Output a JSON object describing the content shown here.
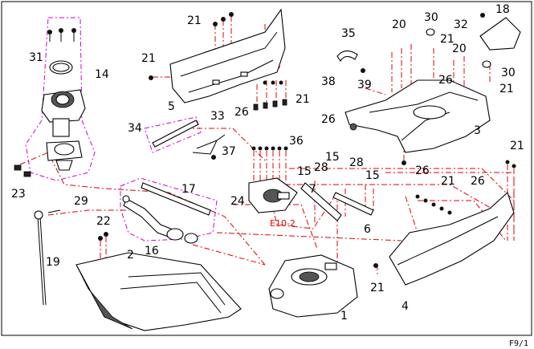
{
  "page": {
    "id": "F9/1"
  },
  "diagram": {
    "callouts": {
      "c1": "1",
      "c2": "2",
      "c3": "3",
      "c4": "4",
      "c5": "5",
      "c6": "6",
      "c7": "7",
      "c14": "14",
      "c15a": "15",
      "c15b": "15",
      "c15c": "15",
      "c16": "16",
      "c17": "17",
      "c18": "18",
      "c19": "19",
      "c20a": "20",
      "c20b": "20",
      "c21a": "21",
      "c21b": "21",
      "c21c": "21",
      "c21d": "21",
      "c21e": "21",
      "c21f": "21",
      "c21g": "21",
      "c21h": "21",
      "c22": "22",
      "c23": "23",
      "c24": "24",
      "c26a": "26",
      "c26b": "26",
      "c26c": "26",
      "c26d": "26",
      "c26e": "26",
      "c28a": "28",
      "c28b": "28",
      "c29": "29",
      "c30a": "30",
      "c30b": "30",
      "c31": "31",
      "c32": "32",
      "c33": "33",
      "c34": "34",
      "c35": "35",
      "c36": "36",
      "c37": "37",
      "c38": "38",
      "c39": "39"
    },
    "ref_code": "E10-2"
  },
  "colors": {
    "leader": "#e00000",
    "group_outline": "#d000d0",
    "ink": "#000000"
  }
}
